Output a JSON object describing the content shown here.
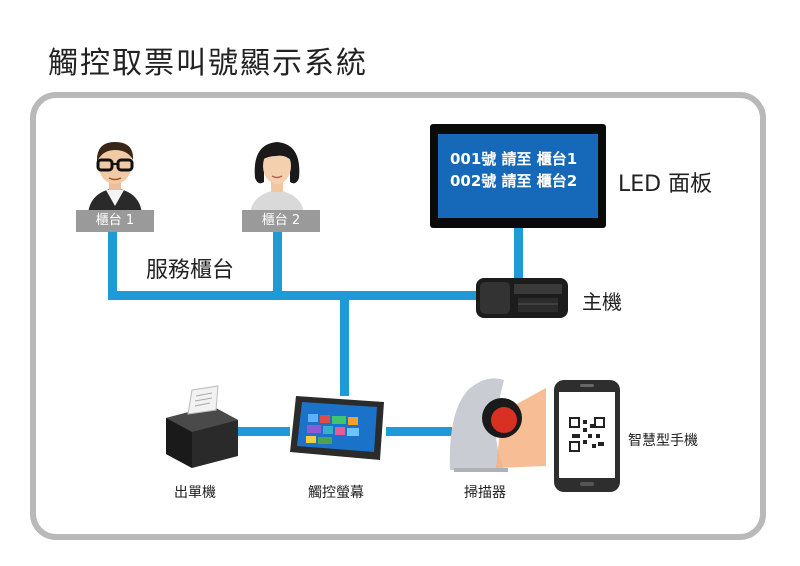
{
  "title": "觸控取票叫號顯示系統",
  "counters": {
    "counter1_label": "櫃台 1",
    "counter2_label": "櫃台 2",
    "group_label": "服務櫃台"
  },
  "led": {
    "line1": "001號 請至 櫃台1",
    "line2": "002號 請至 櫃台2",
    "label": "LED 面板"
  },
  "host": {
    "label": "主機"
  },
  "devices": {
    "printer_label": "出單機",
    "touchscreen_label": "觸控螢幕",
    "scanner_label": "掃描器",
    "phone_label": "智慧型手機"
  },
  "colors": {
    "connector": "#1e9ad6",
    "frame": "#b9b9b9",
    "counter_tag": "#9a9a9a",
    "led_screen": "#1668b8"
  }
}
